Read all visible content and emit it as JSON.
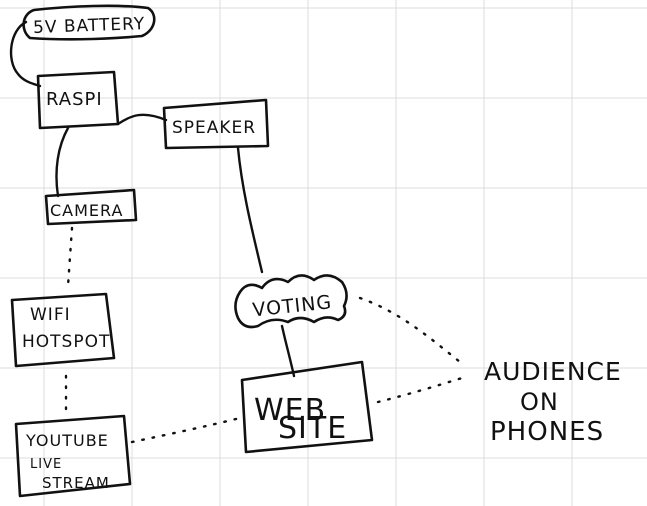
{
  "diagram": {
    "nodes": {
      "battery": [
        "5V BATTERY"
      ],
      "raspi": [
        "RASPI"
      ],
      "speaker": [
        "SPEAKER"
      ],
      "camera": [
        "CAMERA"
      ],
      "voting": [
        "VOTING"
      ],
      "wifi": [
        "WIFI",
        "HOTSPOT"
      ],
      "website": [
        "WEB",
        "SITE"
      ],
      "youtube": [
        "YOUTUBE",
        "LIVE",
        "STREAM"
      ],
      "audience": [
        "AUDIENCE",
        "ON",
        "PHONES"
      ]
    },
    "edges": [
      {
        "from": "battery",
        "to": "raspi",
        "style": "solid"
      },
      {
        "from": "raspi",
        "to": "speaker",
        "style": "solid"
      },
      {
        "from": "raspi",
        "to": "camera",
        "style": "solid"
      },
      {
        "from": "speaker",
        "to": "voting",
        "style": "solid"
      },
      {
        "from": "voting",
        "to": "website",
        "style": "solid"
      },
      {
        "from": "camera",
        "to": "wifi",
        "style": "dotted"
      },
      {
        "from": "wifi",
        "to": "youtube",
        "style": "dotted"
      },
      {
        "from": "youtube",
        "to": "website",
        "style": "dotted"
      },
      {
        "from": "website",
        "to": "audience",
        "style": "dotted"
      },
      {
        "from": "voting",
        "to": "audience",
        "style": "dotted"
      }
    ]
  },
  "colors": {
    "ink": "#111111",
    "grid": "#dcdcdc",
    "background": "#ffffff"
  }
}
